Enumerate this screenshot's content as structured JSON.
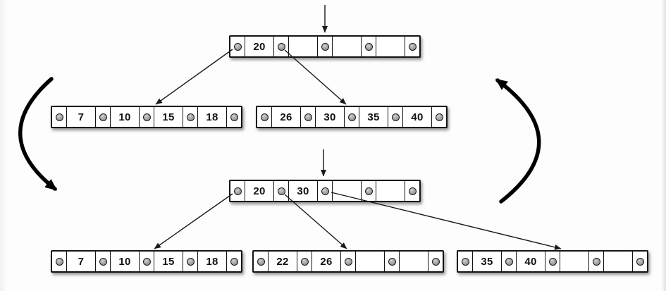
{
  "diagram_type": "b-tree-insert-split",
  "colors": {
    "background": "#fdfdfd",
    "node_fill": "#ffffff",
    "node_border": "#141414",
    "edge_arrow": "#1a1a1a",
    "cursor_arrow": "#333333",
    "cycle_arrow": "#000000",
    "pointer_dot": "#a9a9a9"
  },
  "icons": {
    "pointer_dot": "filled-circle",
    "insert_cursor": "down-arrow",
    "cycle_left": "curved-arrow-down",
    "cycle_right": "curved-arrow-up"
  },
  "trees": {
    "before": {
      "root": {
        "keys": [
          "20",
          "",
          "",
          ""
        ]
      },
      "children": [
        {
          "keys": [
            "7",
            "10",
            "15",
            "18"
          ]
        },
        {
          "keys": [
            "26",
            "30",
            "35",
            "40"
          ]
        }
      ]
    },
    "after": {
      "root": {
        "keys": [
          "20",
          "30",
          "",
          ""
        ]
      },
      "children": [
        {
          "keys": [
            "7",
            "10",
            "15",
            "18"
          ]
        },
        {
          "keys": [
            "22",
            "26",
            "",
            ""
          ]
        },
        {
          "keys": [
            "35",
            "40",
            "",
            ""
          ]
        }
      ]
    }
  },
  "edges": {
    "before": [
      "root.ptr0 -> child0",
      "root.ptr1 -> child1"
    ],
    "after": [
      "root.ptr0 -> child0",
      "root.ptr1 -> child1",
      "root.ptr2 -> child2"
    ]
  }
}
